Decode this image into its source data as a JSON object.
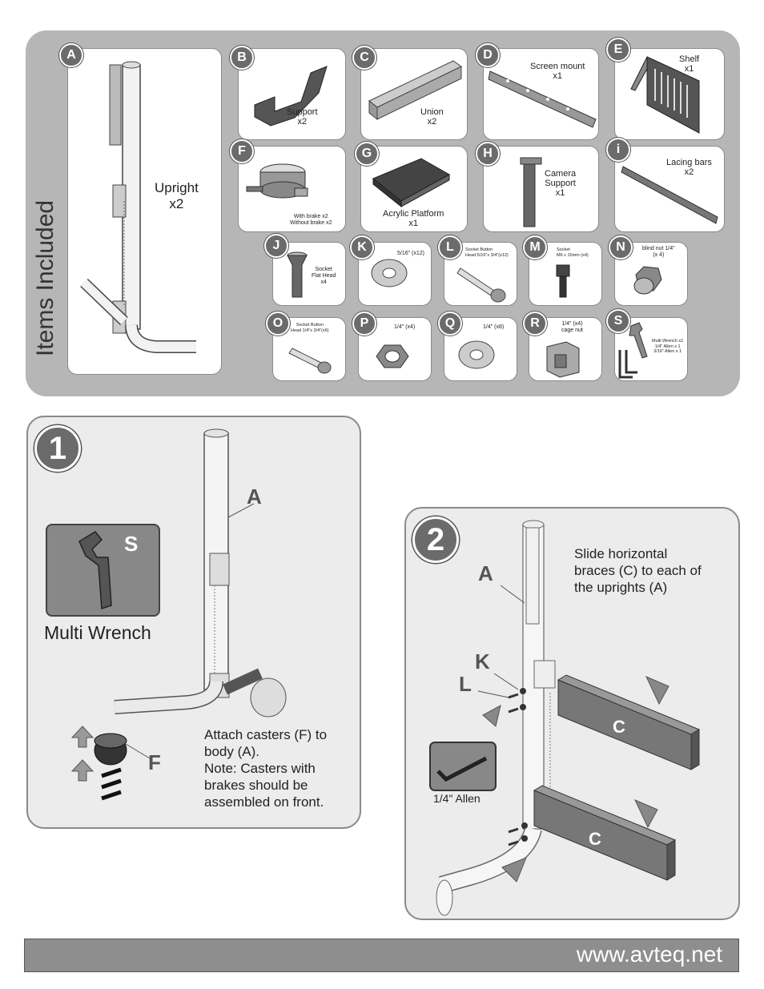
{
  "items_title": "Items Included",
  "parts": [
    {
      "letter": "A",
      "label": "Upright\nx2"
    },
    {
      "letter": "B",
      "label": "Support\nx2"
    },
    {
      "letter": "C",
      "label": "Union\nx2"
    },
    {
      "letter": "D",
      "label": "Screen mount\nx1"
    },
    {
      "letter": "E",
      "label": "Shelf\nx1"
    },
    {
      "letter": "F",
      "label": "With brake x2\nWithout brake x2"
    },
    {
      "letter": "G",
      "label": "Acrylic Platform\nx1"
    },
    {
      "letter": "H",
      "label": "Camera\nSupport\nx1"
    },
    {
      "letter": "i",
      "label": "Lacing bars\nx2"
    },
    {
      "letter": "J",
      "label": "Socket\nFlat Head\nx4"
    },
    {
      "letter": "K",
      "label": "5/16\" (x12)"
    },
    {
      "letter": "L",
      "label": "Socket Button\nHead 5/16\"x 3/4\"(x12)"
    },
    {
      "letter": "M",
      "label": "Socket\nM6 x 15mm (x4)"
    },
    {
      "letter": "N",
      "label": "blind nut 1/4\"\n(x 4)"
    },
    {
      "letter": "O",
      "label": "Socket Button\nHead 1/4\"x 3/4\"(x6)"
    },
    {
      "letter": "P",
      "label": "1/4\" (x4)"
    },
    {
      "letter": "Q",
      "label": "1/4\" (x8)"
    },
    {
      "letter": "R",
      "label": "1/4\" (x4)\ncage nut"
    },
    {
      "letter": "S",
      "label": "Multi Wrench x1\n1/4\" Allen x 1\n3/16\" Allen x 1"
    }
  ],
  "step1": {
    "number": "1",
    "wrench_letter": "S",
    "wrench_label": "Multi Wrench",
    "upright_letter": "A",
    "caster_letter": "F",
    "instruction": "Attach casters (F) to\nbody (A).\nNote: Casters with\nbrakes should be\nassembled on front."
  },
  "step2": {
    "number": "2",
    "upright_letter": "A",
    "washer_letter": "K",
    "bolt_letter": "L",
    "brace_letter": "C",
    "allen_label": "1/4\" Allen",
    "instruction": "Slide horizontal\nbraces (C) to each of\nthe uprights (A)"
  },
  "footer": {
    "url": "www.avteq.net"
  },
  "colors": {
    "panel_gray": "#b6b6b6",
    "badge_gray": "#6b6b6b",
    "footer_gray": "#8e8e8e"
  }
}
